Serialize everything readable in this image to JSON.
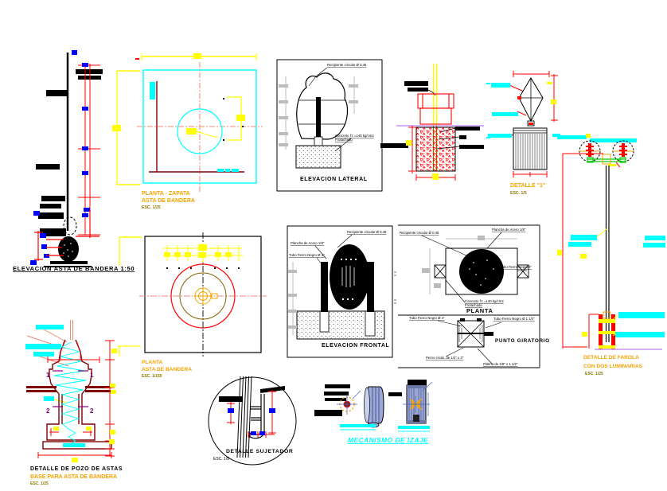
{
  "palette": {
    "cyan": "#00ffff",
    "yellow": "#ffff00",
    "red": "#ff0000",
    "maroon": "#7f0000",
    "salmon": "#f08878",
    "orange": "#f5a300",
    "olive": "#8a7a00",
    "purple": "#800080",
    "green": "#00cc00",
    "violet": "#bf7fef",
    "steel": "#9aa8d8",
    "blue": "#0000ff",
    "black": "#000000"
  },
  "panels": {
    "flag_elevation": {
      "title": "ELEVACION ASTA DE BANDERA 1:50"
    },
    "zapata_plan": {
      "title": "PLANTA - ZAPATA",
      "subtitle": "ASTA DE BANDERA",
      "scale": "ESC. 1/25"
    },
    "lateral_elevation": {
      "title": "ELEVACION LATERAL",
      "label_recipiente": "Recipiente circular Ø 0.45",
      "label_concreto_1": "Concreto f'c =140 kg/cm2",
      "label_concreto_2": "Frotachado"
    },
    "detail_1": {
      "title": "DETALLE \"1\"",
      "scale": "ESC. 1/5"
    },
    "farola": {
      "title": "DETALLE DE FAROLA",
      "subtitle": "CON DOS LUMINARIAS",
      "scale": "ESC. 1/25"
    },
    "flag_plan": {
      "title": "PLANTA",
      "subtitle": "ASTA DE BANDERA",
      "scale": "ESC. 1/150"
    },
    "frontal_elevation": {
      "title": "ELEVACION FRONTAL",
      "label_plancha": "Plancha de Acero 1/8\"",
      "label_tubo": "Tubo Fierro Negro Ø 4\"",
      "label_recipiente": "Recipiente circular Ø 0.45"
    },
    "receptacle_plan": {
      "title": "PLANTA",
      "label_recipiente": "Recipiente circular Ø 0.45",
      "label_plancha": "Plancha de Acero 1/8\"",
      "label_tubo": "Tubo Fierro Negro 4\"",
      "label_concreto_1": "Concreto f'c =140 kg/cm2",
      "label_concreto_2": "Frotachado"
    },
    "punto_giratorio": {
      "title": "PUNTO GIRATORIO",
      "label_tubo4": "Tubo Fierro Negro Ø 4\"",
      "label_tubo15": "Tubo Fierro Negro Ø 1 1/2\"",
      "label_perno": "Perno c/cab. de 1/2\" x 3\"",
      "label_platina": "Platina de 1/8\" x 1 1/2\""
    },
    "pozo_detail": {
      "title": "DETALLE  DE  POZO DE  ASTAS",
      "subtitle": "BASE PARA ASTA DE BANDERA",
      "scale": "ESC. 1/25",
      "section_1": "1",
      "section_2": "2"
    },
    "sujetador": {
      "title": "DETALLE SUJETADOR",
      "scale": "ESC. 1/5"
    },
    "izaje": {
      "title": "MECANISMO DE IZAJE"
    }
  }
}
